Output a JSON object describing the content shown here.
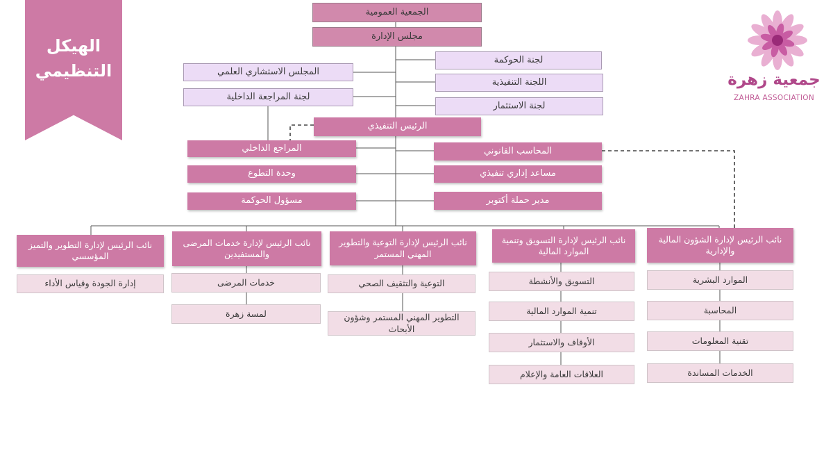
{
  "title": {
    "line1": "الهيكل",
    "line2": "التنظيمي"
  },
  "logo": {
    "name_ar": "جمعية زهرة",
    "name_en": "ZAHRA ASSOCIATION"
  },
  "colors": {
    "primary": "#cd7aa5",
    "lilac": "#ecdcf6",
    "light_pink": "#f2dde6",
    "line": "#555555"
  },
  "top": {
    "general_assembly": "الجمعية العمومية",
    "board": "مجلس الإدارة"
  },
  "committees": [
    "لجنة الحوكمة",
    "اللجنة التنفيذية",
    "لجنة الاستثمار"
  ],
  "board_left": [
    "المجلس الاستشاري العلمي",
    "لجنة المراجعة الداخلية"
  ],
  "ceo": "الرئيس التنفيذي",
  "ceo_left": [
    "المراجع الداخلي",
    "وحدة التطوع",
    "مسؤول الحوكمة"
  ],
  "ceo_right": [
    "المحاسب القانوني",
    "مساعد إداري تنفيذي",
    "مدير حملة أكتوبر"
  ],
  "divisions": [
    {
      "head": "نائب الرئيس لإدارة الشؤون المالية والإدارية",
      "units": [
        "الموارد البشرية",
        "المحاسبة",
        "تقنية المعلومات",
        "الخدمات المساندة"
      ]
    },
    {
      "head": "نائب الرئيس لإدارة التسويق وتنمية الموارد المالية",
      "units": [
        "التسويق والأنشطة",
        "تنمية الموارد المالية",
        "الأوقاف والاستثمار",
        "العلاقات العامة والإعلام"
      ]
    },
    {
      "head": "نائب الرئيس لإدارة التوعية والتطوير المهني المستمر",
      "units": [
        "التوعية والتثقيف الصحي",
        "التطوير المهني المستمر وشؤون الأبحاث"
      ]
    },
    {
      "head": "نائب الرئيس لإدارة خدمات المرضى والمستفيدين",
      "units": [
        "خدمات المرضى",
        "لمسة زهرة"
      ]
    },
    {
      "head": "نائب الرئيس لإدارة التطوير والتميز المؤسسي",
      "units": [
        "إدارة الجودة وقياس الأداء"
      ]
    }
  ]
}
